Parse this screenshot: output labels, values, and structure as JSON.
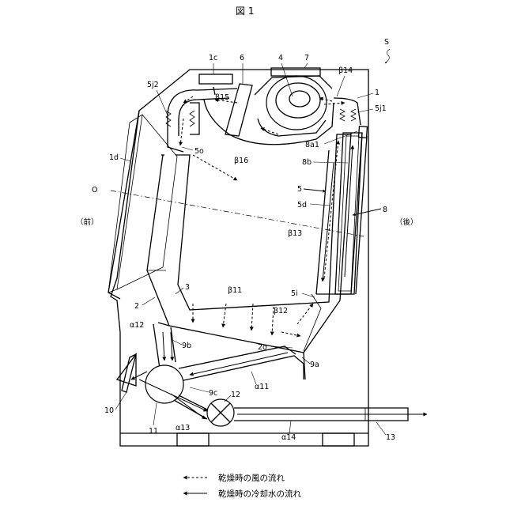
{
  "title": "図 1",
  "labels": {
    "S": "S",
    "l1": "1",
    "l1c": "1c",
    "l1d": "1d",
    "l2": "2",
    "l2o": "2o",
    "l3": "3",
    "l4": "4",
    "l5": "5",
    "l5d": "5d",
    "l5i": "5i",
    "l5j1": "5j1",
    "l5j2": "5j2",
    "l5o": "5o",
    "l6": "6",
    "l7": "7",
    "l8": "8",
    "l8a1": "8a1",
    "l8b": "8b",
    "l9a": "9a",
    "l9b": "9b",
    "l9c": "9c",
    "l10": "10",
    "l11": "11",
    "l12": "12",
    "l13": "13",
    "O": "O",
    "front": "（前）",
    "rear": "（後）"
  },
  "flows": {
    "b11": "β11",
    "b12": "β12",
    "b13": "β13",
    "b14": "β14",
    "b15": "β15",
    "b16": "β16",
    "a11": "α11",
    "a12": "α12",
    "a13": "α13",
    "a14": "α14"
  },
  "legend": {
    "air": "乾燥時の風の流れ",
    "water": "乾燥時の冷却水の流れ"
  }
}
